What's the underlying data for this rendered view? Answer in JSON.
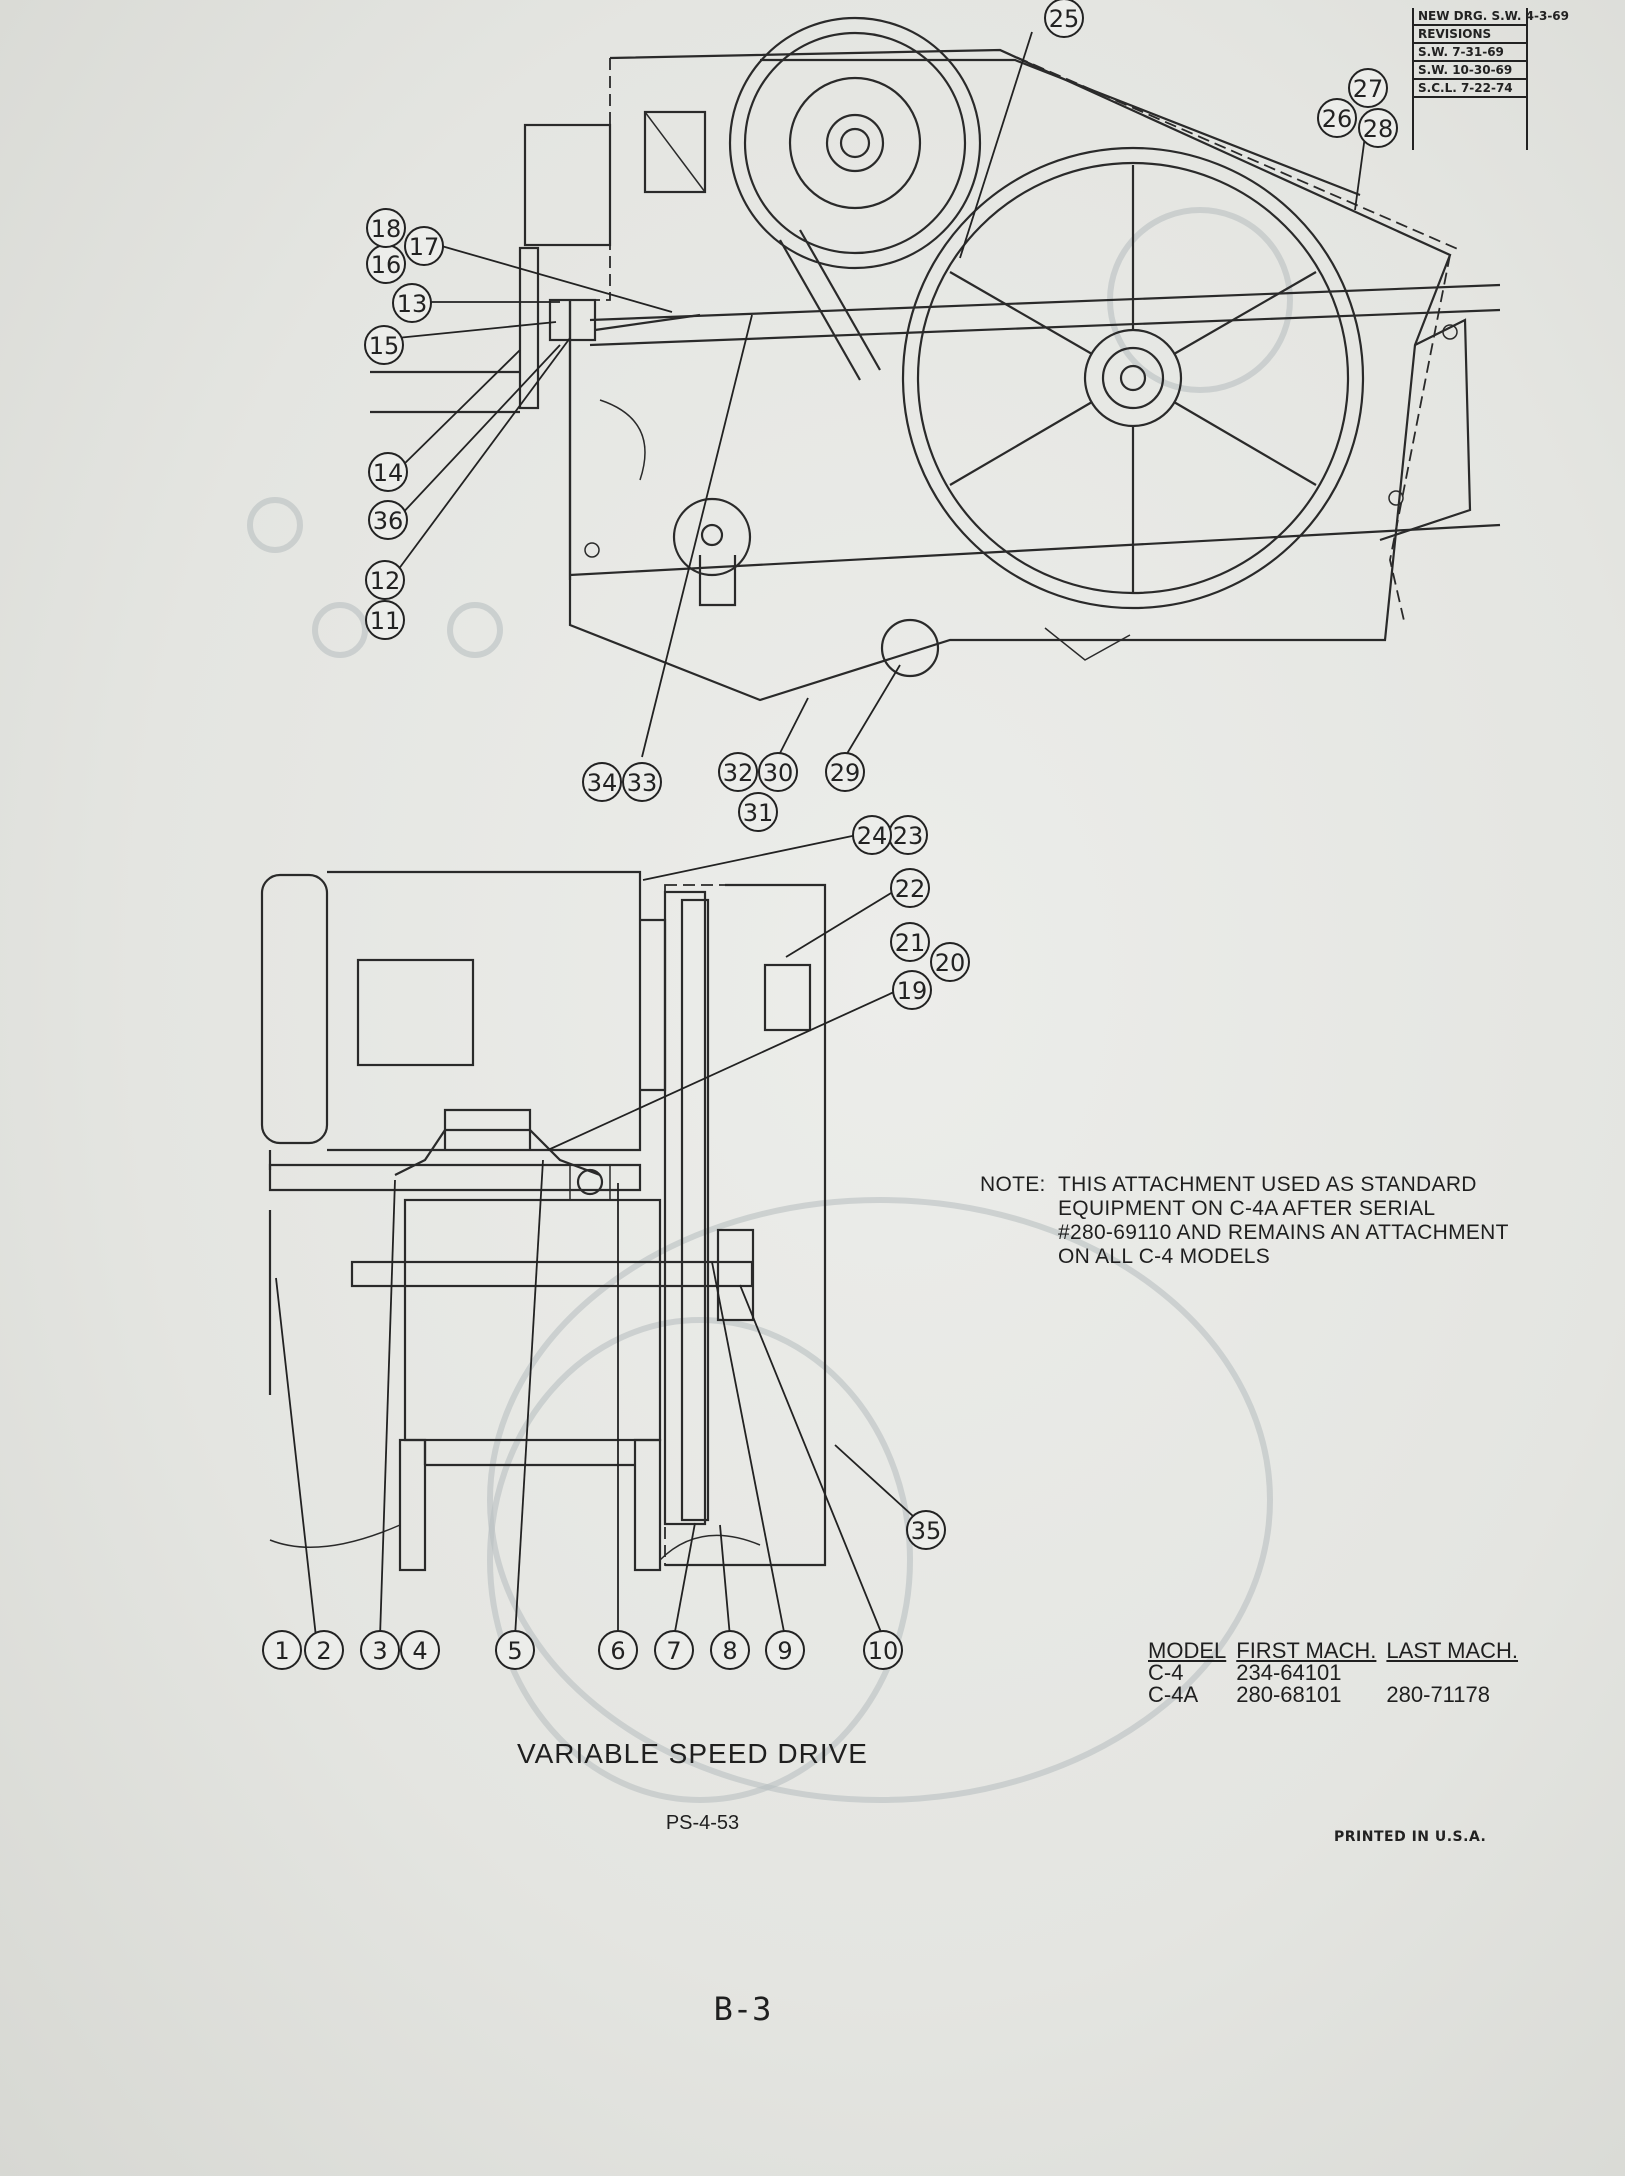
{
  "revisions": [
    "NEW DRG. S.W. 4-3-69",
    "REVISIONS",
    "S.W. 7-31-69",
    "S.W. 10-30-69",
    "S.C.L. 7-22-74"
  ],
  "callouts": [
    "1",
    "2",
    "3",
    "4",
    "5",
    "6",
    "7",
    "8",
    "9",
    "10",
    "11",
    "12",
    "13",
    "14",
    "15",
    "16",
    "17",
    "18",
    "19",
    "20",
    "21",
    "22",
    "23",
    "24",
    "25",
    "26",
    "27",
    "28",
    "29",
    "30",
    "31",
    "32",
    "33",
    "34",
    "35",
    "36"
  ],
  "note": {
    "label": "NOTE:",
    "lines": [
      "THIS ATTACHMENT USED AS STANDARD",
      "EQUIPMENT ON C-4A AFTER SERIAL",
      "#280-69110 AND REMAINS AN ATTACHMENT",
      "ON ALL C-4 MODELS"
    ]
  },
  "model_table": {
    "headers": [
      "MODEL",
      "FIRST MACH.",
      "LAST MACH."
    ],
    "rows": [
      [
        "C-4",
        "234-64101",
        ""
      ],
      [
        "C-4A",
        "280-68101",
        "280-71178"
      ]
    ]
  },
  "title": "VARIABLE SPEED DRIVE",
  "drawing_number": "PS-4-53",
  "printed": "PRINTED IN U.S.A.",
  "page_number": "B-3"
}
